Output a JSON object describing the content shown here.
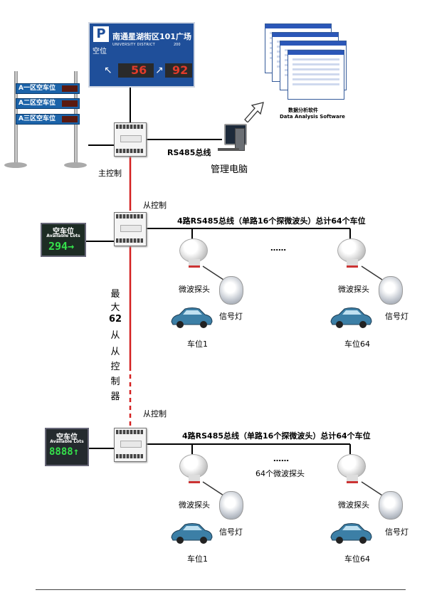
{
  "colors": {
    "sign_blue": "#1f4f9a",
    "led_red": "#e23b2a",
    "led_green": "#35e04b",
    "slave_link": "#d42020",
    "bus_black": "#000000"
  },
  "parking_sign": {
    "rows": [
      "A一区空车位",
      "A二区空车位",
      "A三区空车位"
    ]
  },
  "big_sign": {
    "p_icon": "P",
    "vacancy_word": "空位",
    "title": "南通星湖街区101广场",
    "subtitle": "UNIVERSITY DISTRICT",
    "small_number": "200",
    "left_arrow": "↖",
    "left_count": "56",
    "right_arrow": "↗",
    "right_count": "92"
  },
  "software": {
    "caption_cn": "数据分析软件",
    "caption_en": "Data Analysis Software",
    "arrow_icon": "hollow-arrow-icon"
  },
  "main": {
    "bus_label": "RS485总线",
    "computer_label": "管理电脑",
    "controller_label": "主控制"
  },
  "slave_group_1": {
    "controller_label": "从控制",
    "bus_label": "4路RS485总线（单路16个探微波头）总计64个车位",
    "ellipsis": "……",
    "panel_title_cn": "空车位",
    "panel_title_en": "Available Lots",
    "panel_value": "294→",
    "sensor_label": "微波探头",
    "lamp_label": "信号灯",
    "car_first": "车位1",
    "car_last": "车位64"
  },
  "vertical_note": [
    "最",
    "大",
    "62",
    "从",
    "从",
    "控",
    "制",
    "器"
  ],
  "slave_group_2": {
    "controller_label": "从控制",
    "bus_label": "4路RS485总线（单路16个探微波头）总计64个车位",
    "ellipsis": "……",
    "sensor_count_label": "64个微波探头",
    "panel_title_cn": "空车位",
    "panel_title_en": "Available Lots",
    "panel_value": "8888↑",
    "sensor_label": "微波探头",
    "lamp_label": "信号灯",
    "car_first": "车位1",
    "car_last": "车位64"
  }
}
